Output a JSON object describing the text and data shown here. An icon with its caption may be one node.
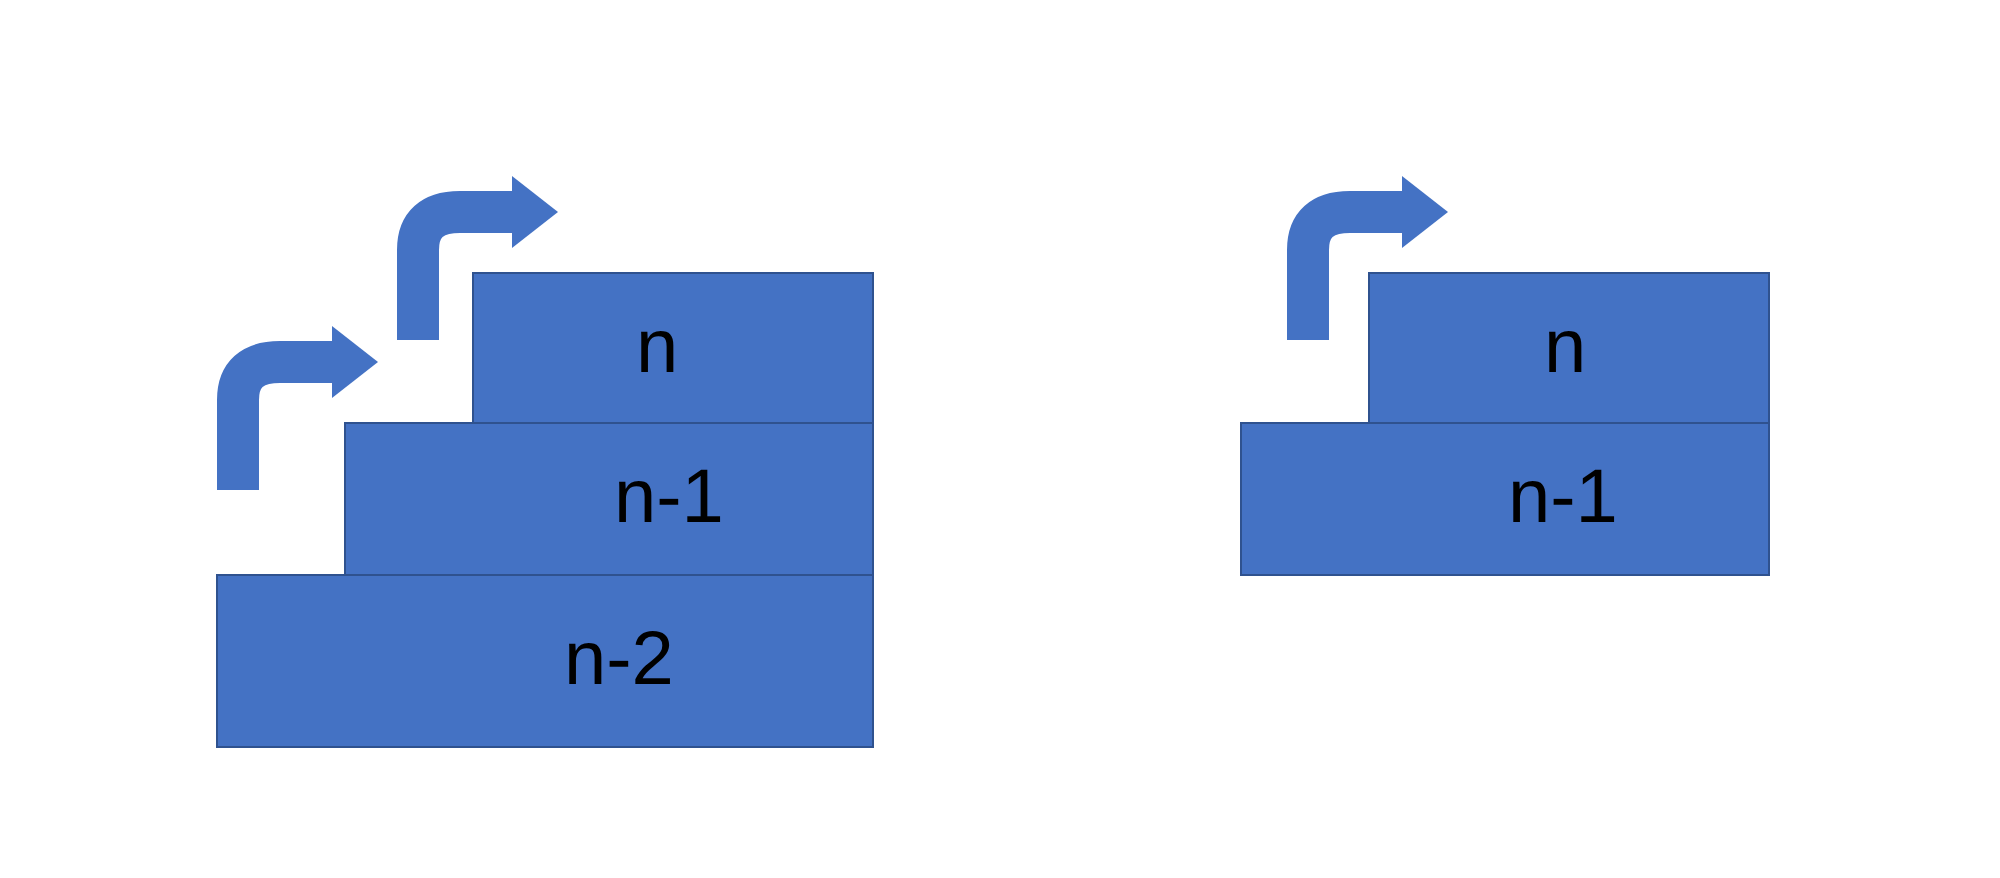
{
  "diagram": {
    "nodes": [
      {
        "text": [
          "n"
        ]
      },
      {
        "text": [
          "n-1"
        ]
      },
      {
        "text": [
          "n-2"
        ]
      },
      {
        "text": [
          "n"
        ]
      },
      {
        "text": [
          "n-1"
        ]
      }
    ]
  }
}
